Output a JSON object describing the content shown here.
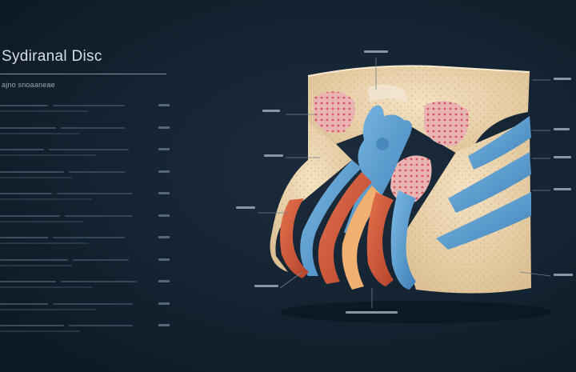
{
  "title": "Sydiranal Disc",
  "subtitle": "ajno snoaaneae",
  "left_rows": [
    {
      "w1": 60,
      "w2": 90
    },
    {
      "w1": 70,
      "w2": 80
    },
    {
      "w1": 55,
      "w2": 100
    },
    {
      "w1": 80,
      "w2": 70
    },
    {
      "w1": 65,
      "w2": 95
    },
    {
      "w1": 75,
      "w2": 85
    },
    {
      "w1": 60,
      "w2": 90
    },
    {
      "w1": 85,
      "w2": 70
    },
    {
      "w1": 70,
      "w2": 95
    },
    {
      "w1": 60,
      "w2": 100
    },
    {
      "w1": 80,
      "w2": 80
    }
  ],
  "colors": {
    "background": "#132230",
    "bone": "#efd9b4",
    "disc_blue": "#5b9fd2",
    "muscle_red": "#d85a3a",
    "marrow_pink": "#e3a0a4"
  }
}
